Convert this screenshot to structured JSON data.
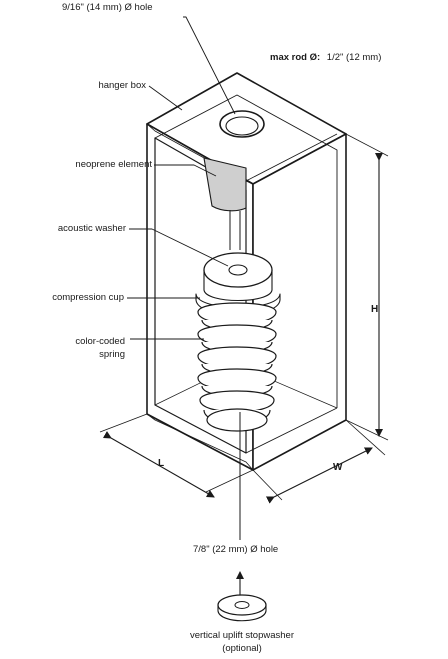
{
  "labels": {
    "top_hole": "9/16\" (14 mm) Ø hole",
    "max_rod_label": "max rod Ø:",
    "max_rod_value": "1/2\" (12 mm)",
    "hanger_box": "hanger box",
    "neoprene_element": "neoprene element",
    "acoustic_washer": "acoustic washer",
    "compression_cup": "compression cup",
    "spring_line1": "color-coded",
    "spring_line2": "spring",
    "bottom_hole": "7/8\" (22 mm) Ø hole",
    "stopwasher_line1": "vertical uplift stopwasher",
    "stopwasher_line2": "(optional)"
  },
  "dimensions": {
    "height": "H",
    "length": "L",
    "width": "W"
  },
  "colors": {
    "line": "#1a1a1a",
    "neoprene_fill": "#cfcfcf",
    "face_fill": "#ffffff"
  }
}
